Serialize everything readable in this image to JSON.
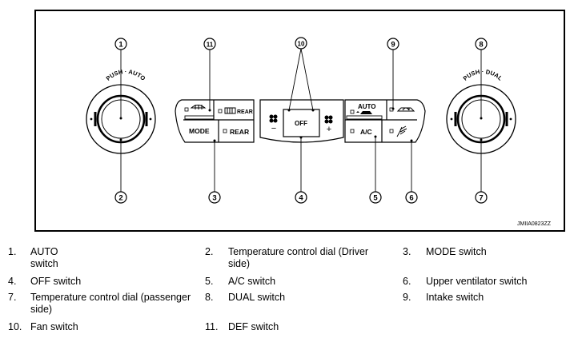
{
  "figure_code": "JMIIA0823ZZ",
  "callouts": [
    "1",
    "2",
    "3",
    "4",
    "5",
    "6",
    "7",
    "8",
    "9",
    "10",
    "11"
  ],
  "dial_left_text": "PUSH · AUTO",
  "dial_right_text": "PUSH · DUAL",
  "panel_labels": {
    "rear_def": "REAR",
    "mode": "MODE",
    "rear": "REAR",
    "off": "OFF",
    "auto": "AUTO",
    "ac": "A/C",
    "minus": "−",
    "plus": "+"
  },
  "legend": [
    {
      "num": "1.",
      "text": "AUTO switch"
    },
    {
      "num": "2.",
      "text": "Temperature control dial (Driver side)"
    },
    {
      "num": "3.",
      "text": "MODE switch"
    },
    {
      "num": "4.",
      "text": "OFF switch"
    },
    {
      "num": "5.",
      "text": "A/C switch"
    },
    {
      "num": "6.",
      "text": "Upper ventilator switch"
    },
    {
      "num": "7.",
      "text": "Temperature control dial (passenger side)"
    },
    {
      "num": "8.",
      "text": "DUAL switch"
    },
    {
      "num": "9.",
      "text": "Intake switch"
    },
    {
      "num": "10.",
      "text": "Fan switch"
    },
    {
      "num": "11.",
      "text": "DEF switch"
    }
  ]
}
